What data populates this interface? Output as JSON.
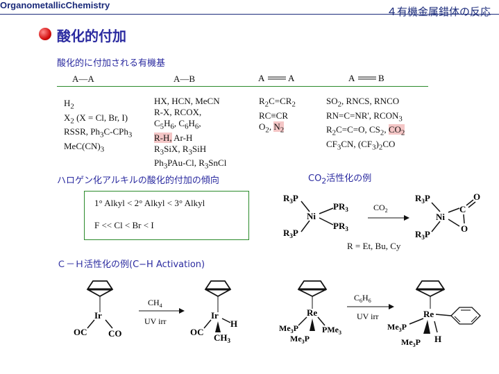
{
  "header": {
    "left": "OrganometallicChemistry",
    "right": "４有機金属錯体の反応"
  },
  "title": "酸化的付加",
  "section1": {
    "heading": "酸化的に付加される有機基",
    "columns": [
      {
        "header": "A—A",
        "items": [
          "H2",
          "X2 (X = Cl, Br, I)",
          "RSSR, Ph3C-CPh3",
          "MeC(CN)3"
        ]
      },
      {
        "header": "A—B",
        "items": [
          "HX, HCN, MeCN",
          "R-X, RCOX,",
          "C5H6, C6H6,",
          "R-H, Ar-H",
          "R3SiX, R3SiH",
          "Ph3PAu-Cl, R3SnCl"
        ]
      },
      {
        "header": "A ══ A",
        "items": [
          "R2C=CR2",
          "RC≡CR",
          "O2, N2"
        ]
      },
      {
        "header": "A ══ B",
        "items": [
          "SO2, RNCS, RNCO",
          "RN=C=NR', RCON3",
          "R2C=C=O, CS2, CO2",
          "CF3CN, (CF3)2CO"
        ]
      }
    ]
  },
  "section2": {
    "heading": "ハロゲン化アルキルの酸化的付加の傾向",
    "line1": "1° Alkyl < 2° Alkyl < 3° Alkyl",
    "line2": "F << Cl < Br < I"
  },
  "section3": {
    "heading": "CO2活性化の例",
    "reagent": "CO2",
    "condition": "R = Et, Bu, Cy",
    "labels": {
      "r3p_top": "R3P",
      "r3p_bot": "R3P",
      "ni": "Ni",
      "pr3_a": "PR3",
      "pr3_b": "PR3",
      "prod_r3p_top": "R3P",
      "prod_r3p_bot": "R3P",
      "prod_ni": "Ni",
      "c": "C",
      "o1": "O",
      "o2": "O"
    }
  },
  "section4": {
    "heading": "Ｃ－Ｈ活性化の例(C−H Activation)",
    "r1": {
      "metal": "Ir",
      "l1": "OC",
      "l2": "CO",
      "reagent": "CH4",
      "cond": "UV irr",
      "p_metal": "Ir",
      "p_l1": "OC",
      "p_h": "H",
      "p_ch3": "CH3"
    },
    "r2": {
      "metal": "Re",
      "l1": "Me3P",
      "l2": "PMe3",
      "l3": "Me3P",
      "reagent": "C6H6",
      "cond": "UV irr",
      "p_metal": "Re",
      "p_l1": "Me3P",
      "p_l2": "Me3P",
      "p_h": "H"
    }
  }
}
